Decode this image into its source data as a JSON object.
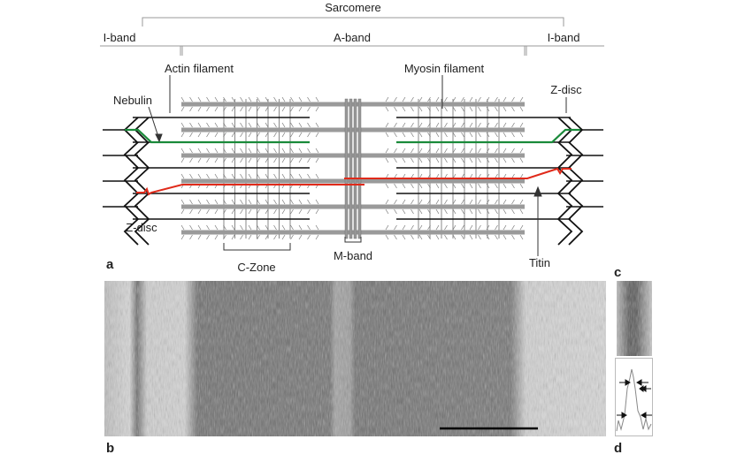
{
  "labels": {
    "sarcomere": "Sarcomere",
    "i_band_left": "I-band",
    "a_band": "A-band",
    "i_band_right": "I-band",
    "actin_filament": "Actin filament",
    "myosin_filament": "Myosin filament",
    "nebulin": "Nebulin",
    "z_disc_right": "Z-disc",
    "z_disc_left": "Z-disc",
    "c_zone": "C-Zone",
    "m_band": "M-band",
    "titin": "Titin"
  },
  "panels": {
    "a": "a",
    "b": "b",
    "c": "c",
    "d": "d"
  },
  "colors": {
    "nebulin": "#1a8a3a",
    "titin": "#e02a1a",
    "myosin": "#9a9a9a",
    "actin": "#111111"
  }
}
